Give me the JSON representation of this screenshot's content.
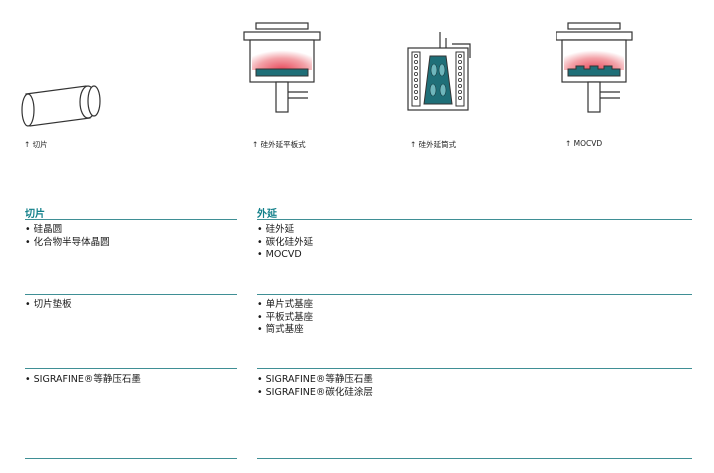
{
  "illustrations": {
    "wafer_caption": "↑ 切片",
    "planar_caption": "↑ 硅外延平板式",
    "barrel_caption": "↑ 硅外延筒式",
    "mocvd_caption": "↑ MOCVD"
  },
  "columns": {
    "left_heading": "切片",
    "right_heading": "外延"
  },
  "rows": [
    {
      "left": [
        "• 硅晶圆",
        "• 化合物半导体晶圆"
      ],
      "right": [
        "• 硅外延",
        "• 碳化硅外延",
        "• MOCVD"
      ]
    },
    {
      "left": [
        "•  切片垫板"
      ],
      "right": [
        "• 单片式基座",
        "• 平板式基座",
        "• 筒式基座"
      ]
    },
    {
      "left": [
        "• SIGRAFINE®等静压石墨"
      ],
      "right": [
        "• SIGRAFINE®等静压石墨",
        "• SIGRAFINE®碳化硅涂层"
      ]
    }
  ],
  "colors": {
    "accent": "#12808a",
    "rule": "#3f8f95",
    "heat": "#e8485a",
    "susceptor": "#1f6f78"
  }
}
